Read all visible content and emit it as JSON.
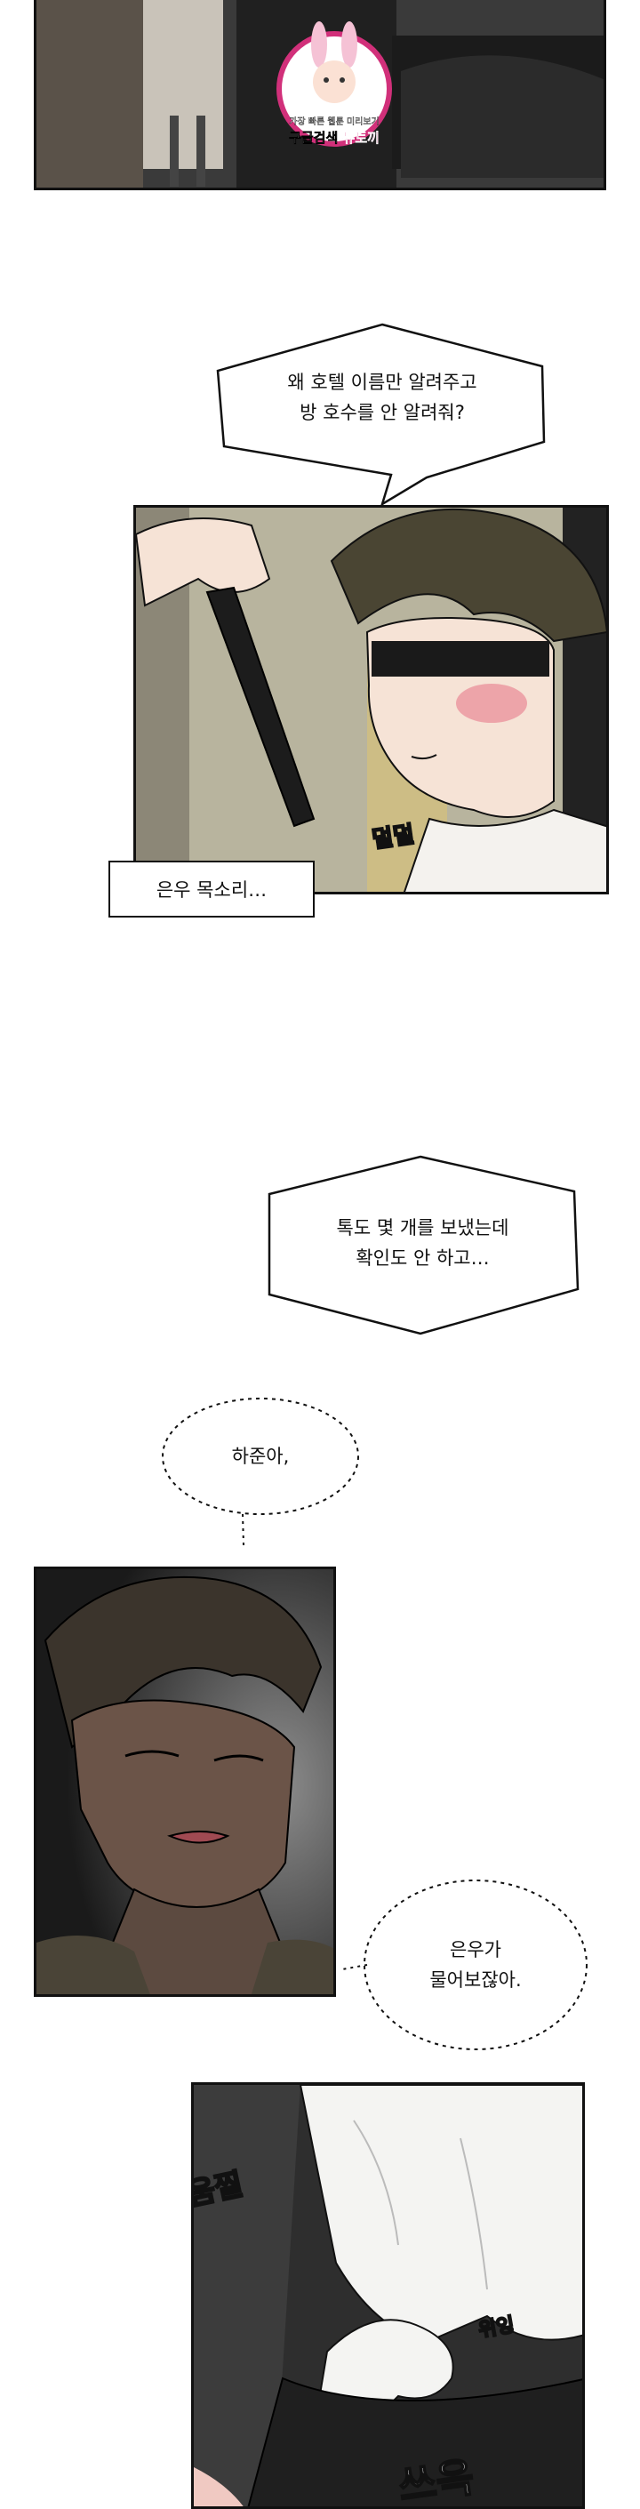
{
  "panel1": {
    "watermark_line1": "가장 빠른 웹툰 미리보기",
    "watermark_line2": "구글검색",
    "watermark_brand": "뉴토끼"
  },
  "bubble_hotel": {
    "line1": "왜 호텔 이름만 알려주고",
    "line2": "방 호수를 안 알려줘?"
  },
  "panel2": {
    "sfx": "덜덜"
  },
  "caption_voice": {
    "text": "은우 목소리…"
  },
  "bubble_talk": {
    "line1": "톡도 몇 개를 보냈는데",
    "line2": "확인도 안 하고…"
  },
  "bubble_hajun": {
    "text": "하준아,"
  },
  "bubble_euwoo": {
    "line1": "은우가",
    "line2": "물어보잖아."
  },
  "panel4": {
    "sfx_left": "움찔",
    "sfx_right": "위잉",
    "sfx_bottom": "쓰윽"
  },
  "colors": {
    "ink": "#111111",
    "blush": "#e87a8a",
    "hair_dark": "#3b342c",
    "hair_olive": "#4a4533",
    "skin": "#f6e3d6",
    "watermark_pink": "#d1307a"
  }
}
